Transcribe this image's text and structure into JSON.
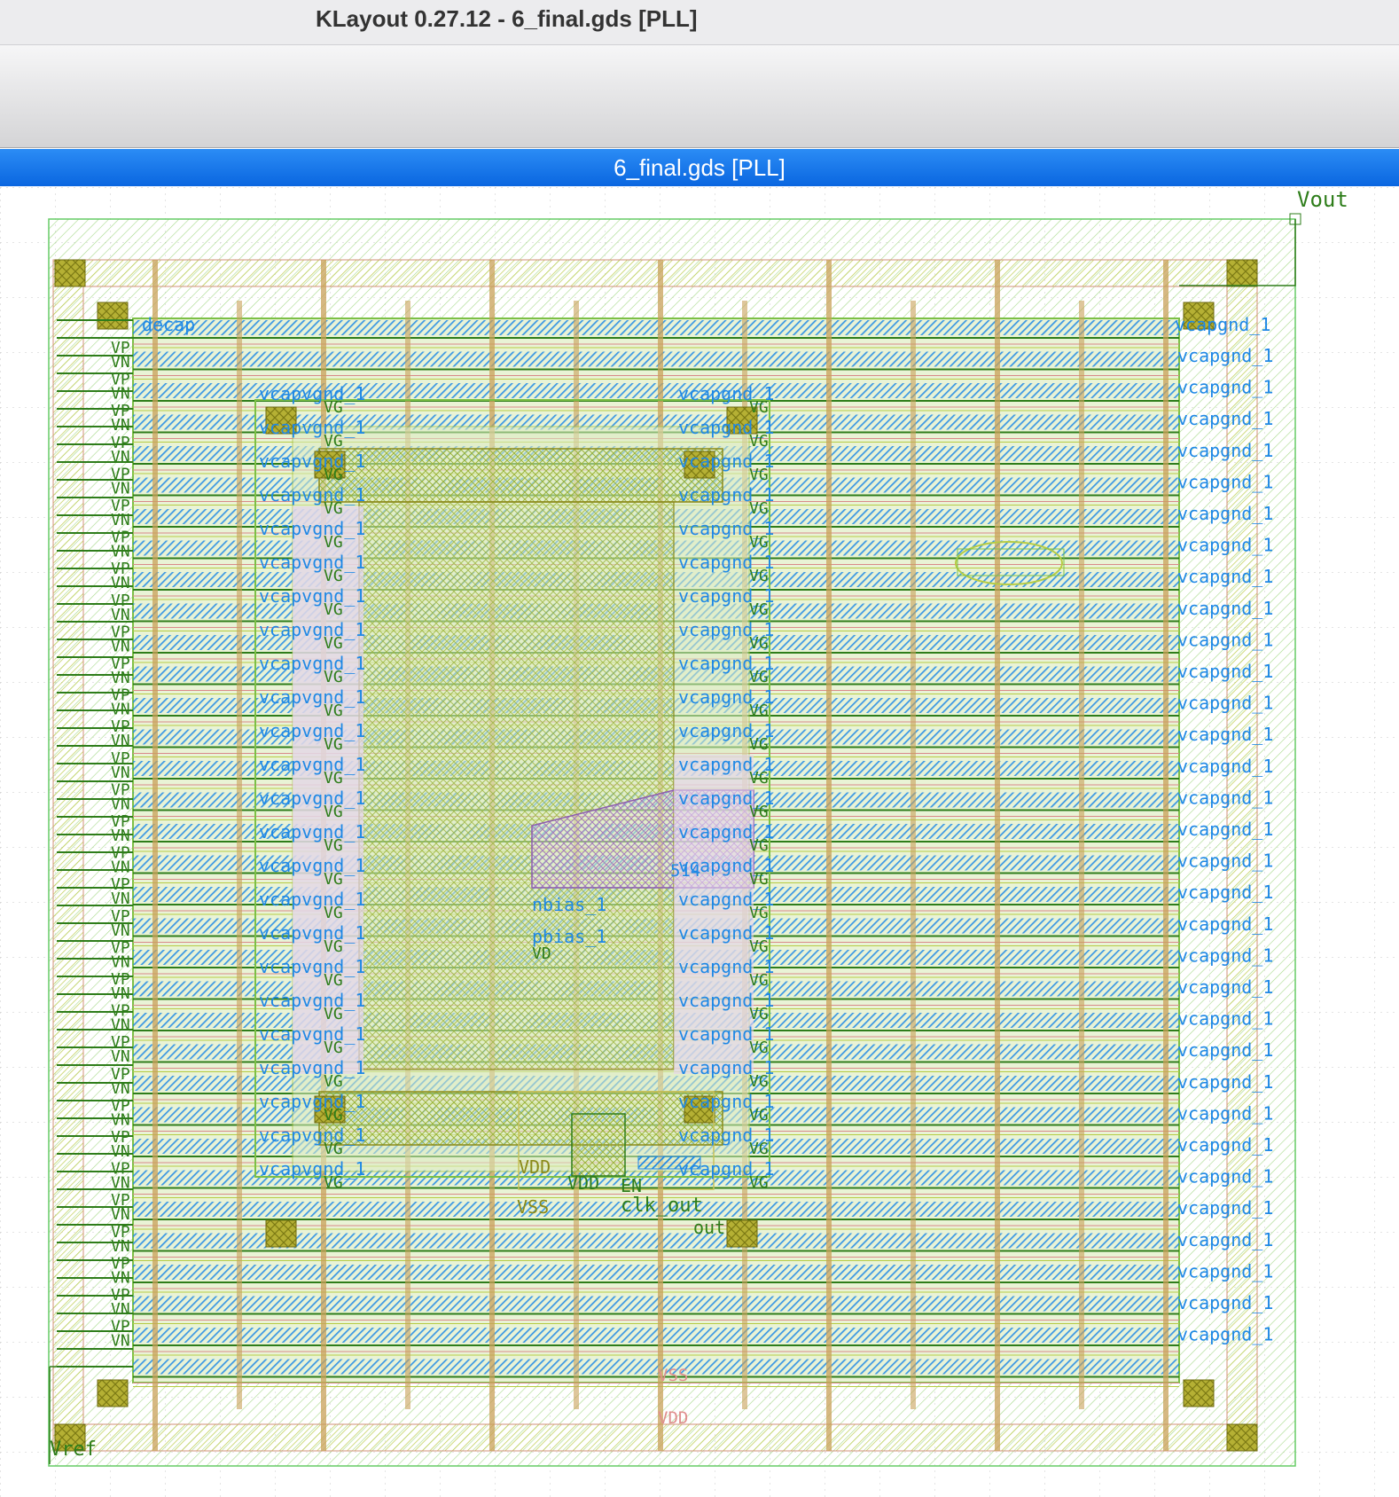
{
  "window": {
    "title": "KLayout 0.27.12 - 6_final.gds [PLL]"
  },
  "tab": {
    "label": "6_final.gds [PLL]"
  },
  "pins": {
    "vout": "Vout",
    "vref": "Vref",
    "vdd_bottom": "VDD",
    "vss_bottom": "VSS",
    "row_right": "vcapgnd_1",
    "row_inner_left": "vcapvgnd_1",
    "vp": "VP",
    "vn": "VN",
    "vg": "VG",
    "top_row": "decap",
    "cap_row": "vcapgnd_1",
    "node_514": "514",
    "cp_vdd": "VDD",
    "cp_vss": "VSS",
    "en": "EN",
    "clk_out": "clk_out",
    "out": "out",
    "node_b": "nbias_1",
    "node_c": "pbias_1",
    "vd": "VD"
  },
  "colors": {
    "outline": "#66cc66",
    "metal_blue": "#1e88e5",
    "pin_green": "#2e7d1a",
    "olive": "#8a8a18",
    "poly_red": "#d98a8a",
    "purple": "#b088c8",
    "yellow_green": "#b6cc44"
  }
}
